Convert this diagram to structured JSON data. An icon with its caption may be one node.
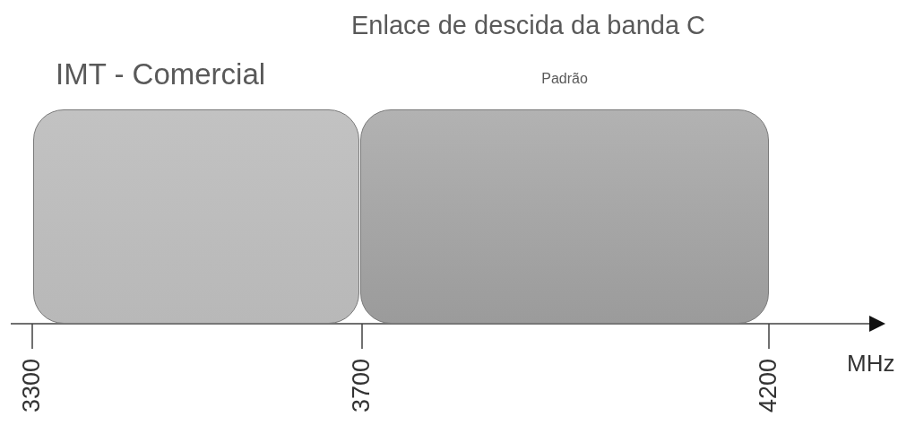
{
  "diagram": {
    "nodes": [
      {
        "text": [
          "IMT - Comercial"
        ]
      },
      {
        "text": [
          "Enlace de descida da banda C",
          "Padrão"
        ]
      }
    ],
    "labels": [
      "3300",
      "3700",
      "4200",
      "MHz"
    ]
  }
}
